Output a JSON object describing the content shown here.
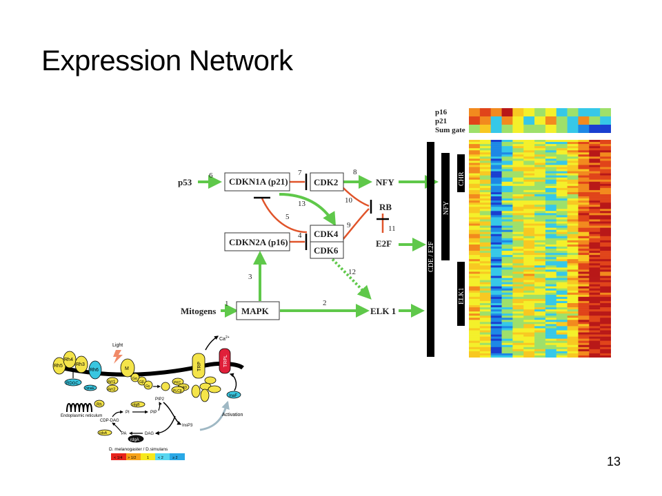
{
  "slide": {
    "title": "Expression Network",
    "page_number": "13"
  },
  "network": {
    "nodes": {
      "p53": "p53",
      "cdkn1a": "CDKN1A (p21)",
      "cdk2": "CDK2",
      "nfy": "NFY",
      "rb": "RB",
      "e2f": "E2F",
      "cdkn2a": "CDKN2A (p16)",
      "cdk4": "CDK4",
      "cdk6": "CDK6",
      "mitogens": "Mitogens",
      "mapk": "MAPK",
      "elk1": "ELK 1"
    },
    "edge_labels": [
      "1",
      "2",
      "3",
      "4",
      "5",
      "6",
      "7",
      "8",
      "9",
      "10",
      "11",
      "12",
      "13"
    ],
    "bars": {
      "cde_e2f": "CDE / E2F",
      "nfy": "NFY",
      "chr": "CHR",
      "elk1": "ELK1"
    },
    "colors": {
      "activation": "#5fc84a",
      "inhibition": "#e0542a",
      "bar": "#000000"
    }
  },
  "heatmap": {
    "row_labels": [
      "p16",
      "p21",
      "Sum gate"
    ],
    "columns": 13,
    "palette": [
      "#1a3fd0",
      "#1e88e5",
      "#36c8e8",
      "#9ee06a",
      "#f4f02a",
      "#f8c822",
      "#f28a1e",
      "#e0441a",
      "#b81818"
    ]
  },
  "pathway": {
    "labels": {
      "light": "Light",
      "ca": "Ca",
      "ca_sup": "2+",
      "rh5": "Rh5",
      "rh4": "Rh4",
      "rh3": "Rh3",
      "rh6": "Rh6",
      "rh": "Rh",
      "m": "M",
      "trp": "TRP",
      "trpl": "TRPL",
      "rdgc": "RDGC",
      "arr1": "Arr1",
      "arr2": "Arr2",
      "ninae": "ninaE",
      "gq": "Gα",
      "gb": "Gβ",
      "gg": "Gγ",
      "pkc": "PKC",
      "inad": "INAD",
      "plcb": "PLCβ",
      "inaf": "InaF",
      "rdgb": "rdgB",
      "pip2": "PIP2",
      "pi": "PI",
      "pip": "PIP",
      "insp3": "InsP3",
      "er": "Endoplasmic reticulum",
      "cdp_dag": "CDP-DAG",
      "cdsa": "cdsA",
      "pa": "PA",
      "dag": "DAG",
      "rdga": "rdgA",
      "activation": "Activation"
    },
    "legend": {
      "title": "D. melanogaster / D.simulans",
      "items": [
        "< 1/4",
        "> 1/2",
        "1",
        "< 2",
        "≥ 2"
      ],
      "colors": [
        "#e8231c",
        "#f6a21a",
        "#f6e81c",
        "#56d6f0",
        "#2aa8e6"
      ]
    }
  }
}
